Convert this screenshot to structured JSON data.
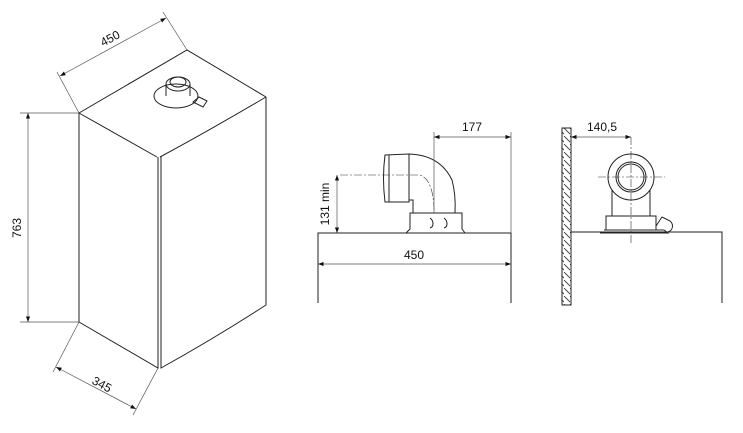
{
  "iso_view": {
    "width": "450",
    "height": "763",
    "depth": "345"
  },
  "side_view": {
    "flue_offset": "177",
    "flue_height": "131 min",
    "width": "450"
  },
  "front_view": {
    "wall_distance": "140,5"
  }
}
